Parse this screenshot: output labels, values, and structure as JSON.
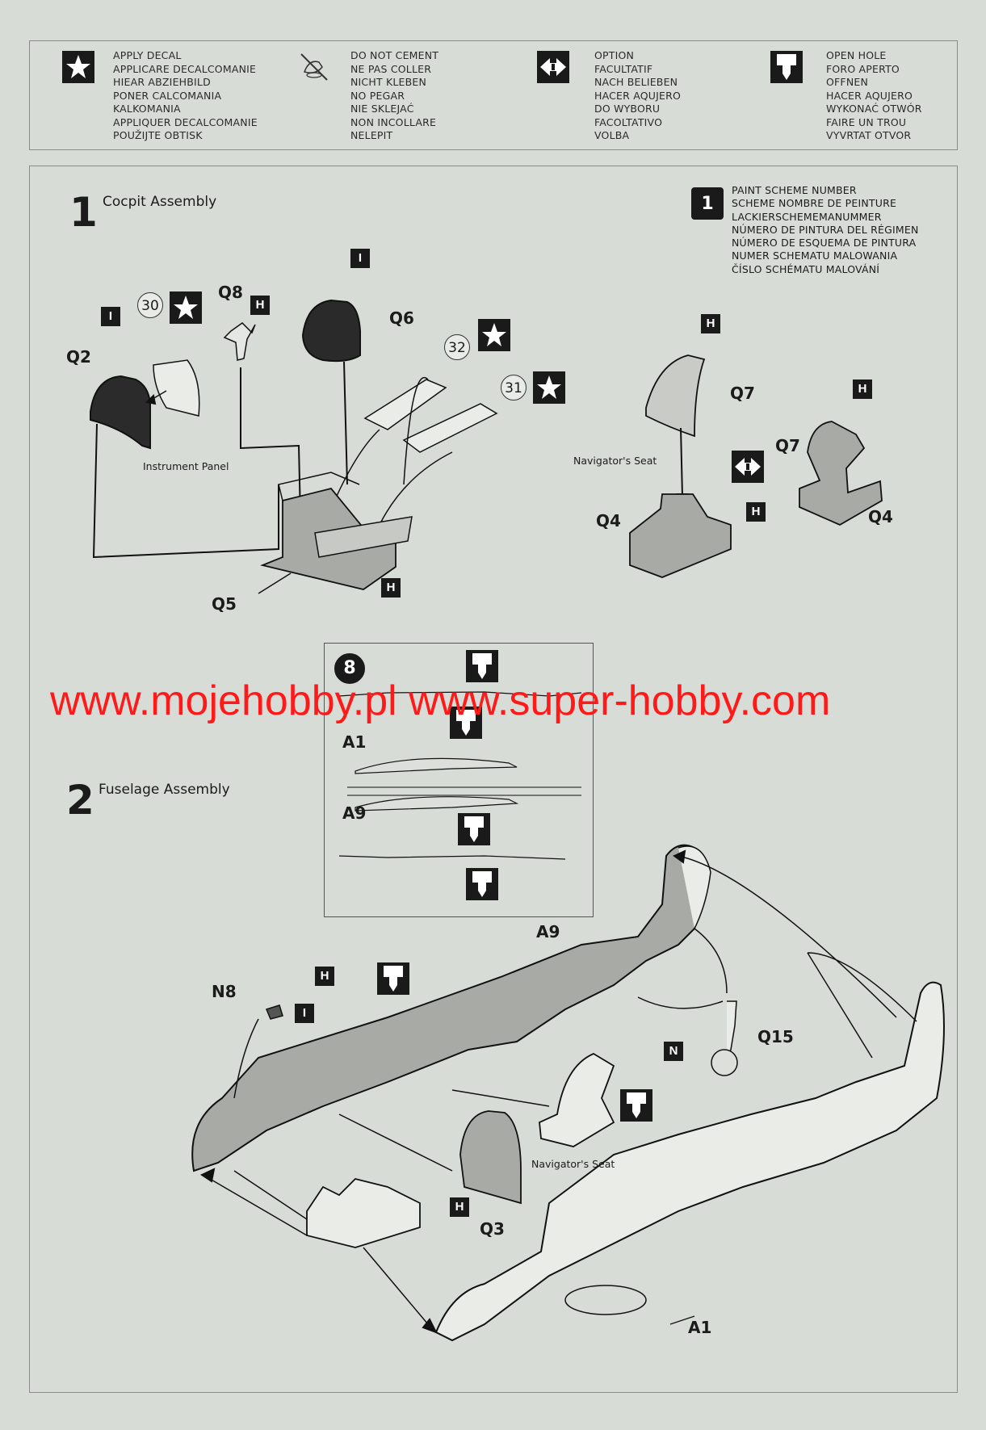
{
  "legend": {
    "apply_decal": [
      "APPLY DECAL",
      "APPLICARE DECALCOMANIE",
      "HIEAR ABZIEHBILD",
      "PONER CALCOMANIA",
      "KALKOMANIA",
      "APPLIQUER DECALCOMANIE",
      "POUŽIJTE OBTISK"
    ],
    "do_not_cement": [
      "DO NOT CEMENT",
      "NE PAS COLLER",
      "NICHT KLEBEN",
      "NO PEGAR",
      "NIE SKLEJAĆ",
      "NON INCOLLARE",
      "NELEPIT"
    ],
    "option": [
      "OPTION",
      "FACULTATIF",
      "NACH BELIEBEN",
      "HACER AQUJERO",
      "DO WYBORU",
      "FACOLTATIVO",
      "VOLBA"
    ],
    "open_hole": [
      "OPEN HOLE",
      "FORO APERTO",
      "OFFNEN",
      "HACER AQUJERO",
      "WYKONAĆ OTWÓR",
      "FAIRE UN TROU",
      "VYVRTAT OTVOR"
    ],
    "icons": {
      "decal": "star-icon",
      "no_cement": "no-glue-icon",
      "option": "option-arrows-icon",
      "hole": "drill-hole-icon"
    }
  },
  "step1": {
    "number": "1",
    "title": "Cocpit Assembly",
    "paint_scheme_number": "1",
    "paint_scheme": [
      "PAINT SCHEME NUMBER",
      "SCHEME NOMBRE DE PEINTURE",
      "LACKIERSCHEMEMANUMMER",
      "NÚMERO DE PINTURA DEL RÉGIMEN",
      "NÚMERO DE ESQUEMA DE PINTURA",
      "NUMER SCHEMATU MALOWANIA",
      "ČÍSLO SCHÉMATU MALOVÁNÍ"
    ],
    "parts": {
      "q2": "Q2",
      "q8": "Q8",
      "q6": "Q6",
      "q5": "Q5",
      "q7a": "Q7",
      "q7b": "Q7",
      "q4a": "Q4",
      "q4b": "Q4"
    },
    "decals": {
      "d30": "30",
      "d32": "32",
      "d31": "31"
    },
    "badges": {
      "i1": "I",
      "i2": "I",
      "h1": "H",
      "h2": "H",
      "h3": "H",
      "h4": "H",
      "h5": "H"
    },
    "captions": {
      "instrument_panel": "Instrument Panel",
      "navigator_seat": "Navigator's Seat"
    }
  },
  "inset": {
    "scheme": "8",
    "a1": "A1",
    "a9": "A9"
  },
  "watermark": "www.mojehobby.pl www.super-hobby.com",
  "step2": {
    "number": "2",
    "title": "Fuselage Assembly",
    "parts": {
      "a9": "A9",
      "n8": "N8",
      "q15": "Q15",
      "q3": "Q3",
      "a1": "A1"
    },
    "badges": {
      "h1": "H",
      "i1": "I",
      "n1": "N",
      "h2": "H"
    },
    "captions": {
      "navigator_seat": "Navigator's Seat"
    }
  },
  "colors": {
    "paper": "#d8dcd7",
    "part_gray": "#a7aaa5",
    "dark_part": "#2a2a2a",
    "watermark": "#ff1a1a"
  }
}
